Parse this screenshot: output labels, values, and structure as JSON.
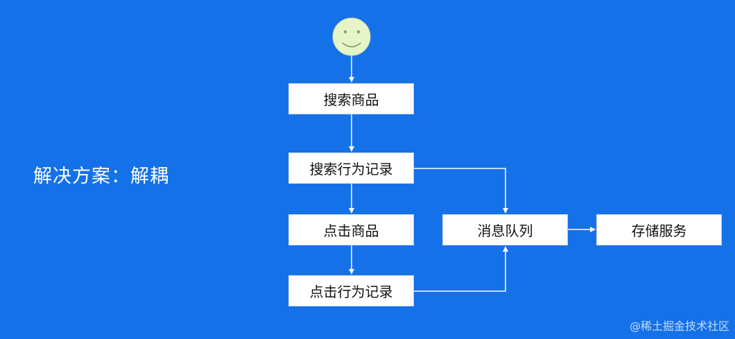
{
  "title": "解决方案：解耦",
  "nodes": {
    "search_product": "搜索商品",
    "search_behavior_log": "搜索行为记录",
    "click_product": "点击商品",
    "click_behavior_log": "点击行为记录",
    "message_queue": "消息队列",
    "storage_service": "存储服务"
  },
  "watermark": "@稀土掘金技术社区",
  "colors": {
    "background": "#1571e8",
    "box": "#ffffff",
    "edge": "#ffffff",
    "face": "#e6f5c8"
  },
  "icons": {
    "start": "smiley-face-icon"
  }
}
